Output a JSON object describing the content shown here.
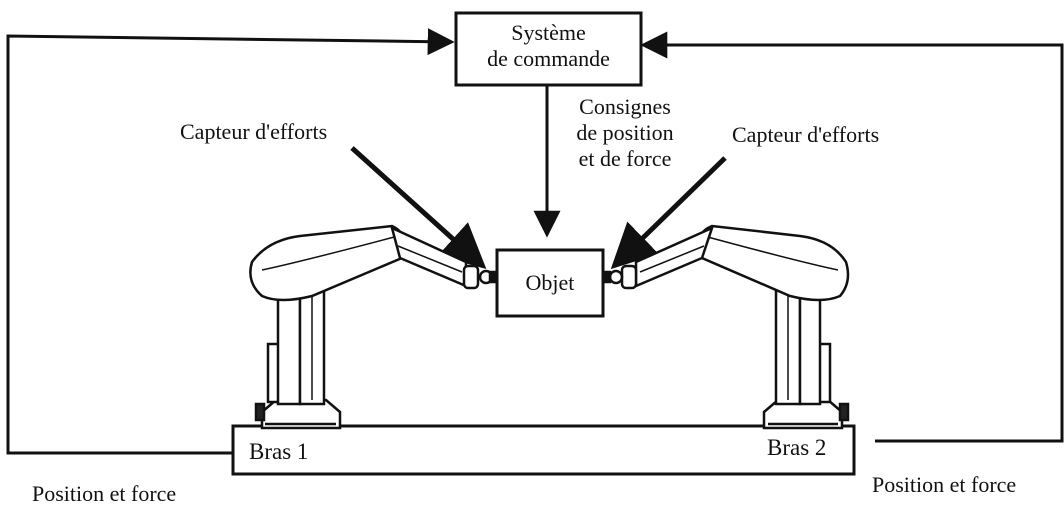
{
  "control_system": {
    "line1": "Système",
    "line2": "de commande"
  },
  "setpoints": {
    "line1": "Consignes",
    "line2": "de position",
    "line3": "et de force"
  },
  "sensor_left": "Capteur d'efforts",
  "sensor_right": "Capteur d'efforts",
  "object": "Objet",
  "arm1": "Bras 1",
  "arm2": "Bras 2",
  "feedback_left": "Position et force",
  "feedback_right": "Position et force"
}
